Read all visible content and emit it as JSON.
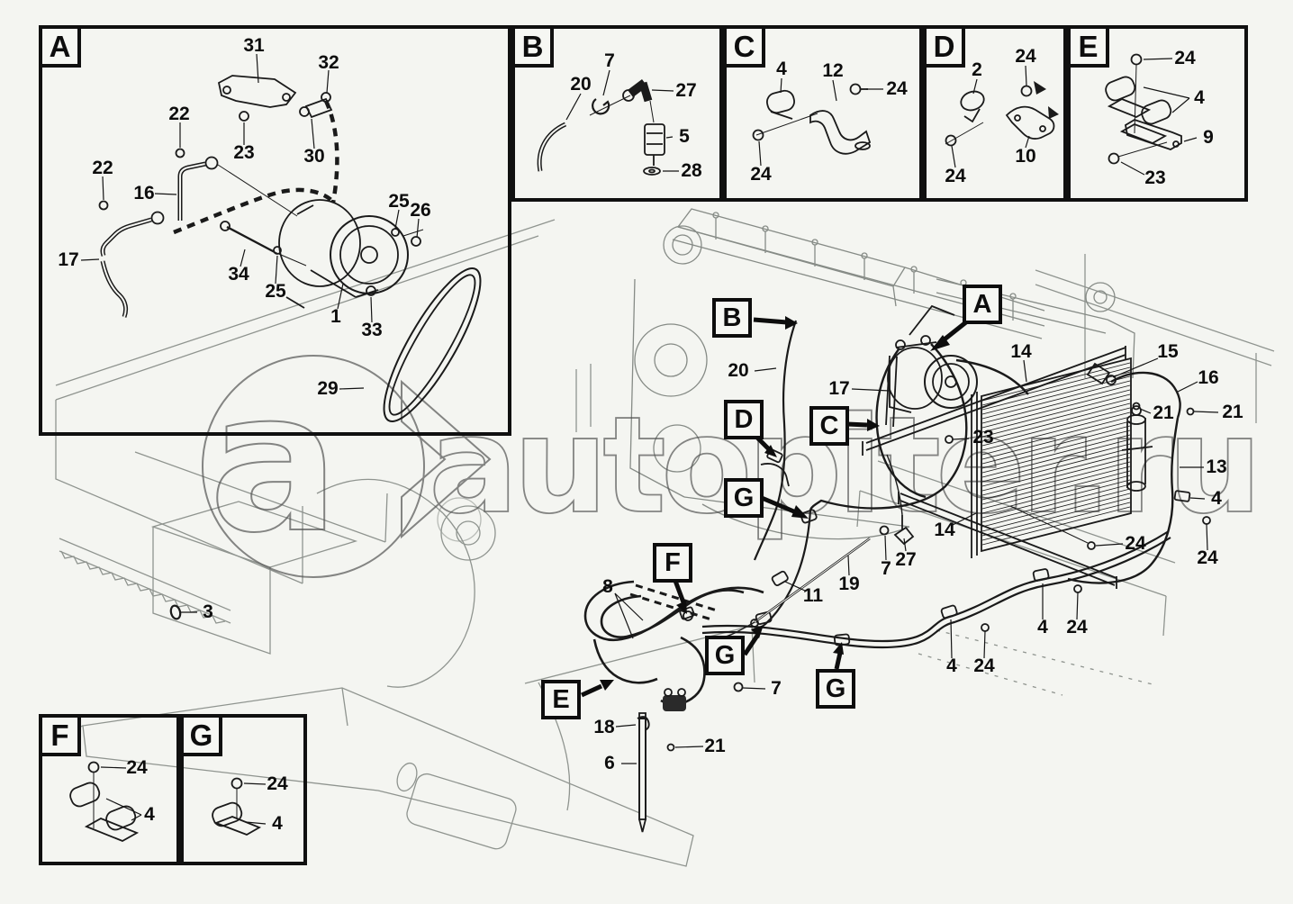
{
  "colors": {
    "background": "#f4f5f1",
    "ink": "#1a1a1a",
    "frame_gray": "#8f948f",
    "watermark": "#4f4f4f"
  },
  "watermark": {
    "logo_letter": "a",
    "logo_chevron": ">",
    "site_text": "autopiter.ru"
  },
  "insetA": {
    "letter": "A",
    "parts": [
      "31",
      "32",
      "22",
      "23",
      "30",
      "16",
      "22",
      "17",
      "34",
      "25",
      "1",
      "33",
      "25",
      "26",
      "29"
    ]
  },
  "insetB": {
    "letter": "B",
    "parts": [
      "20",
      "7",
      "27",
      "5",
      "28"
    ]
  },
  "insetC": {
    "letter": "C",
    "parts": [
      "4",
      "12",
      "24",
      "24"
    ]
  },
  "insetD": {
    "letter": "D",
    "parts": [
      "2",
      "24",
      "10",
      "24"
    ]
  },
  "insetE": {
    "letter": "E",
    "parts": [
      "24",
      "4",
      "9",
      "23"
    ]
  },
  "insetF": {
    "letter": "F",
    "parts": [
      "24",
      "4"
    ]
  },
  "insetG": {
    "letter": "G",
    "parts": [
      "24",
      "4"
    ]
  },
  "main": {
    "callouts": [
      "B",
      "A",
      "D",
      "C",
      "G",
      "F",
      "G",
      "G",
      "E"
    ],
    "labels": [
      "20",
      "17",
      "23",
      "14",
      "15",
      "16",
      "21",
      "21",
      "13",
      "4",
      "24",
      "24",
      "14",
      "27",
      "7",
      "19",
      "11",
      "8",
      "4",
      "24",
      "4",
      "24",
      "7",
      "18",
      "21",
      "6",
      "3"
    ]
  }
}
